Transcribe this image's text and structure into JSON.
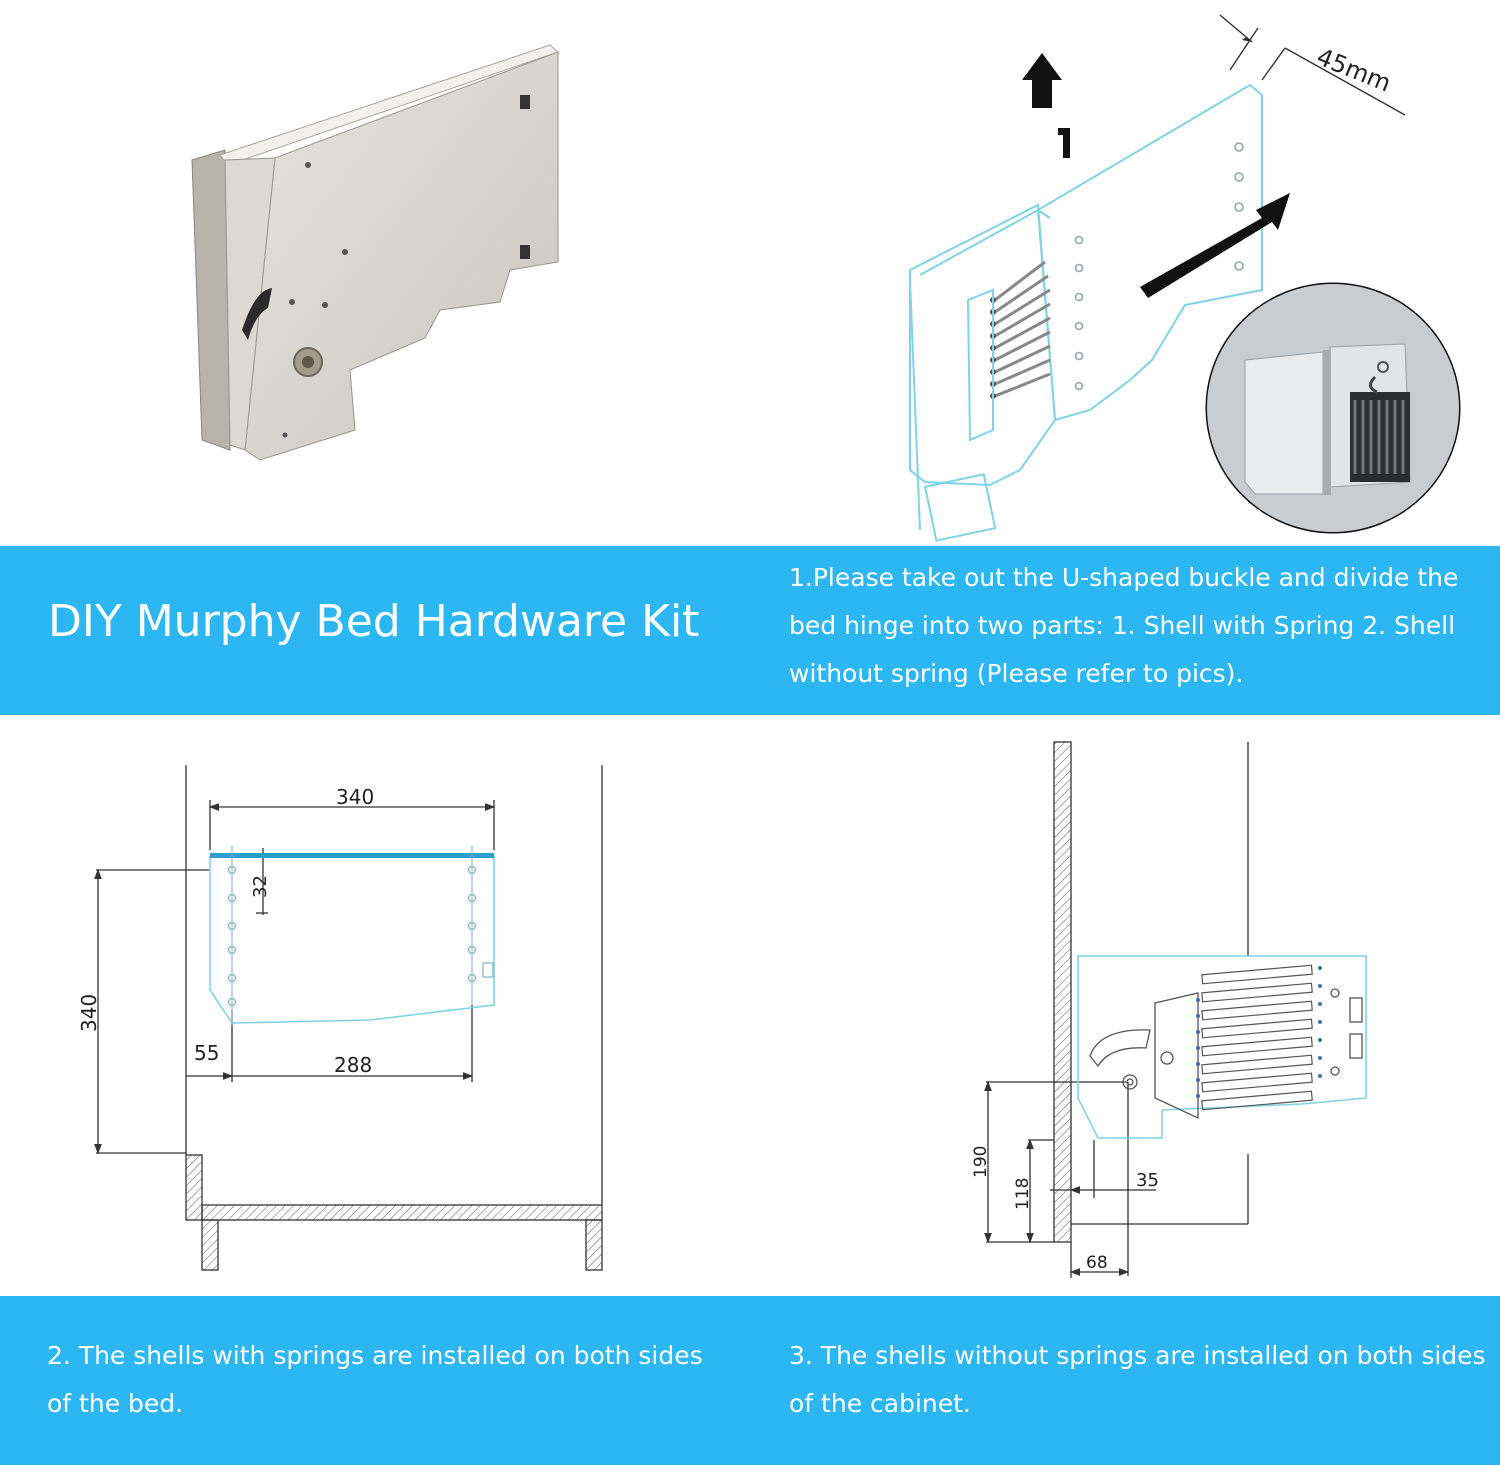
{
  "title": "DIY Murphy Bed Hardware Kit",
  "steps": {
    "step1": "1.Please take out the U-shaped buckle and divide the bed hinge into two parts: 1. Shell with Spring 2. Shell without spring (Please refer to pics).",
    "step2": "2. The shells with springs are installed on both sides of the bed.",
    "step3": "3. The shells without springs are installed on both sides of the cabinet."
  },
  "diagram_top": {
    "dimension": "45mm"
  },
  "diagram_bed": {
    "width_top": "340",
    "height_left": "340",
    "offset_small": "32",
    "offset_left": "55",
    "width_bottom": "288"
  },
  "diagram_cabinet": {
    "height_190": "190",
    "height_118": "118",
    "offset_35": "35",
    "offset_68": "68"
  },
  "colors": {
    "band": "#2cb6f2",
    "diagram_line": "#7fd3e6",
    "drawing_line": "#333333"
  }
}
